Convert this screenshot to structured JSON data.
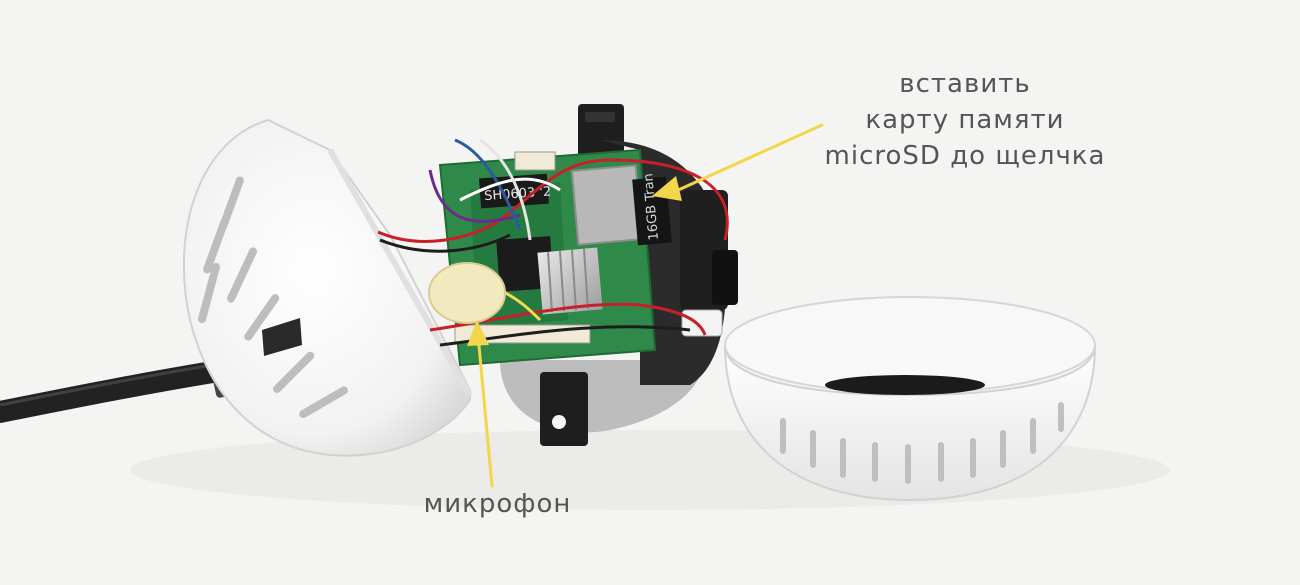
{
  "annotations": {
    "sd_card": {
      "lines": [
        "вставить",
        "карту памяти",
        "microSD до щелчка"
      ]
    },
    "microphone": {
      "text": "микрофон"
    },
    "arrow_color": "#f2d64b"
  },
  "board_markings": {
    "chip_text": "SH0603 '2",
    "card_text": "16GB Tran"
  },
  "colors": {
    "background": "#f4f4f2",
    "housing": "#ffffff",
    "pcb": "#2f8a4a",
    "label_text": "#555555"
  }
}
